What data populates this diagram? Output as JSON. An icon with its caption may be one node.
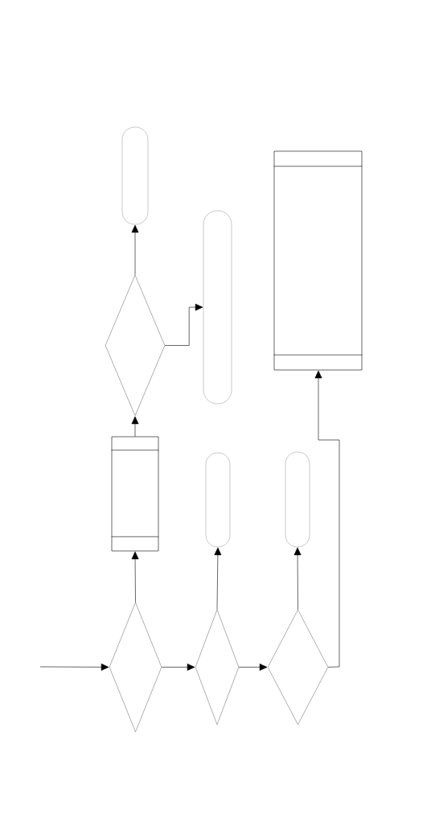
{
  "diagram": {
    "nodes": [
      {
        "text": [],
        "shape": "capsule"
      },
      {
        "text": [],
        "shape": "diamond"
      },
      {
        "text": [],
        "shape": "capsule"
      },
      {
        "text": [],
        "shape": "box"
      },
      {
        "text": [],
        "shape": "box"
      },
      {
        "text": [],
        "shape": "capsule"
      },
      {
        "text": [],
        "shape": "capsule"
      },
      {
        "text": [],
        "shape": "diamond"
      },
      {
        "text": [],
        "shape": "diamond"
      },
      {
        "text": [],
        "shape": "diamond"
      }
    ],
    "edges": [
      {
        "from": null,
        "to": 7,
        "arrow": "to"
      },
      {
        "from": 7,
        "to": 4,
        "arrow": "to"
      },
      {
        "from": 4,
        "to": 1,
        "arrow": "to"
      },
      {
        "from": 1,
        "to": 0,
        "arrow": "to"
      },
      {
        "from": 1,
        "to": 2,
        "arrow": "to"
      },
      {
        "from": 7,
        "to": 8,
        "arrow": "to"
      },
      {
        "from": 8,
        "to": 5,
        "arrow": "to"
      },
      {
        "from": 8,
        "to": 9,
        "arrow": "to"
      },
      {
        "from": 9,
        "to": 6,
        "arrow": "to"
      },
      {
        "from": 9,
        "to": 3,
        "arrow": "to"
      }
    ]
  }
}
